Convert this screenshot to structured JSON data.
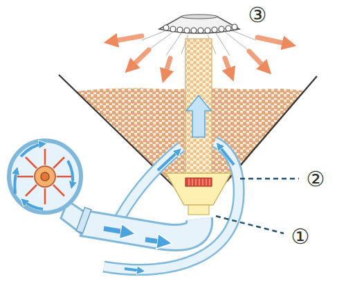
{
  "diagram": {
    "labels": [
      "③",
      "②",
      "①"
    ]
  }
}
